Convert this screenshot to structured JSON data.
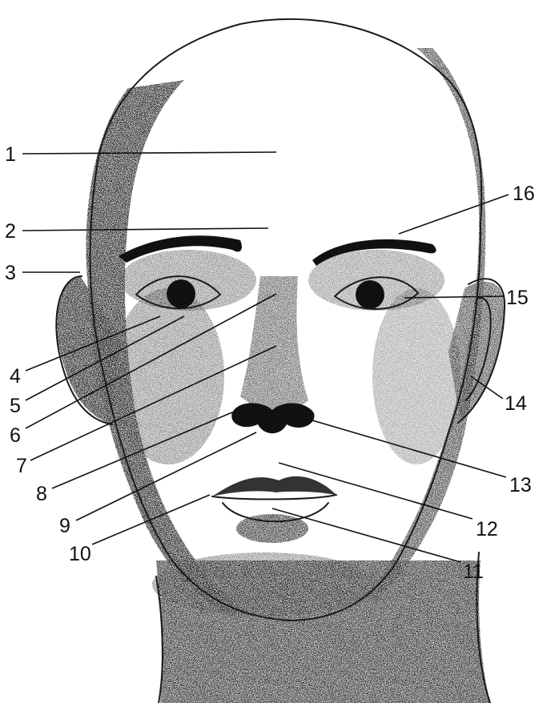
{
  "diagram": {
    "subject": "face-front-view",
    "labels": [
      "1",
      "2",
      "3",
      "4",
      "5",
      "6",
      "7",
      "8",
      "9",
      "10",
      "11",
      "12",
      "13",
      "14",
      "15",
      "16"
    ]
  },
  "colors": {
    "ink": "#111111",
    "paper": "#ffffff"
  }
}
